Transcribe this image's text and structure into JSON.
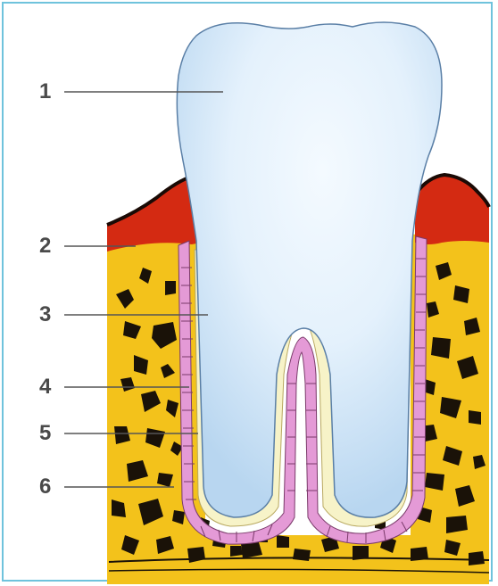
{
  "labels": [
    "1",
    "2",
    "3",
    "4",
    "5",
    "6"
  ],
  "colors": {
    "frame": "#6fc3dc",
    "enamel": "#dceefc",
    "enamel_edge": "#5a7fa6",
    "gum": "#d42a12",
    "gum_edge": "#1a0a05",
    "bone": "#f3c21b",
    "bone_spots": "#1a1208",
    "ligament": "#e49ad6",
    "cementum": "#f7f3c8",
    "leader": "#555555",
    "label_text": "#4a4a4a"
  }
}
